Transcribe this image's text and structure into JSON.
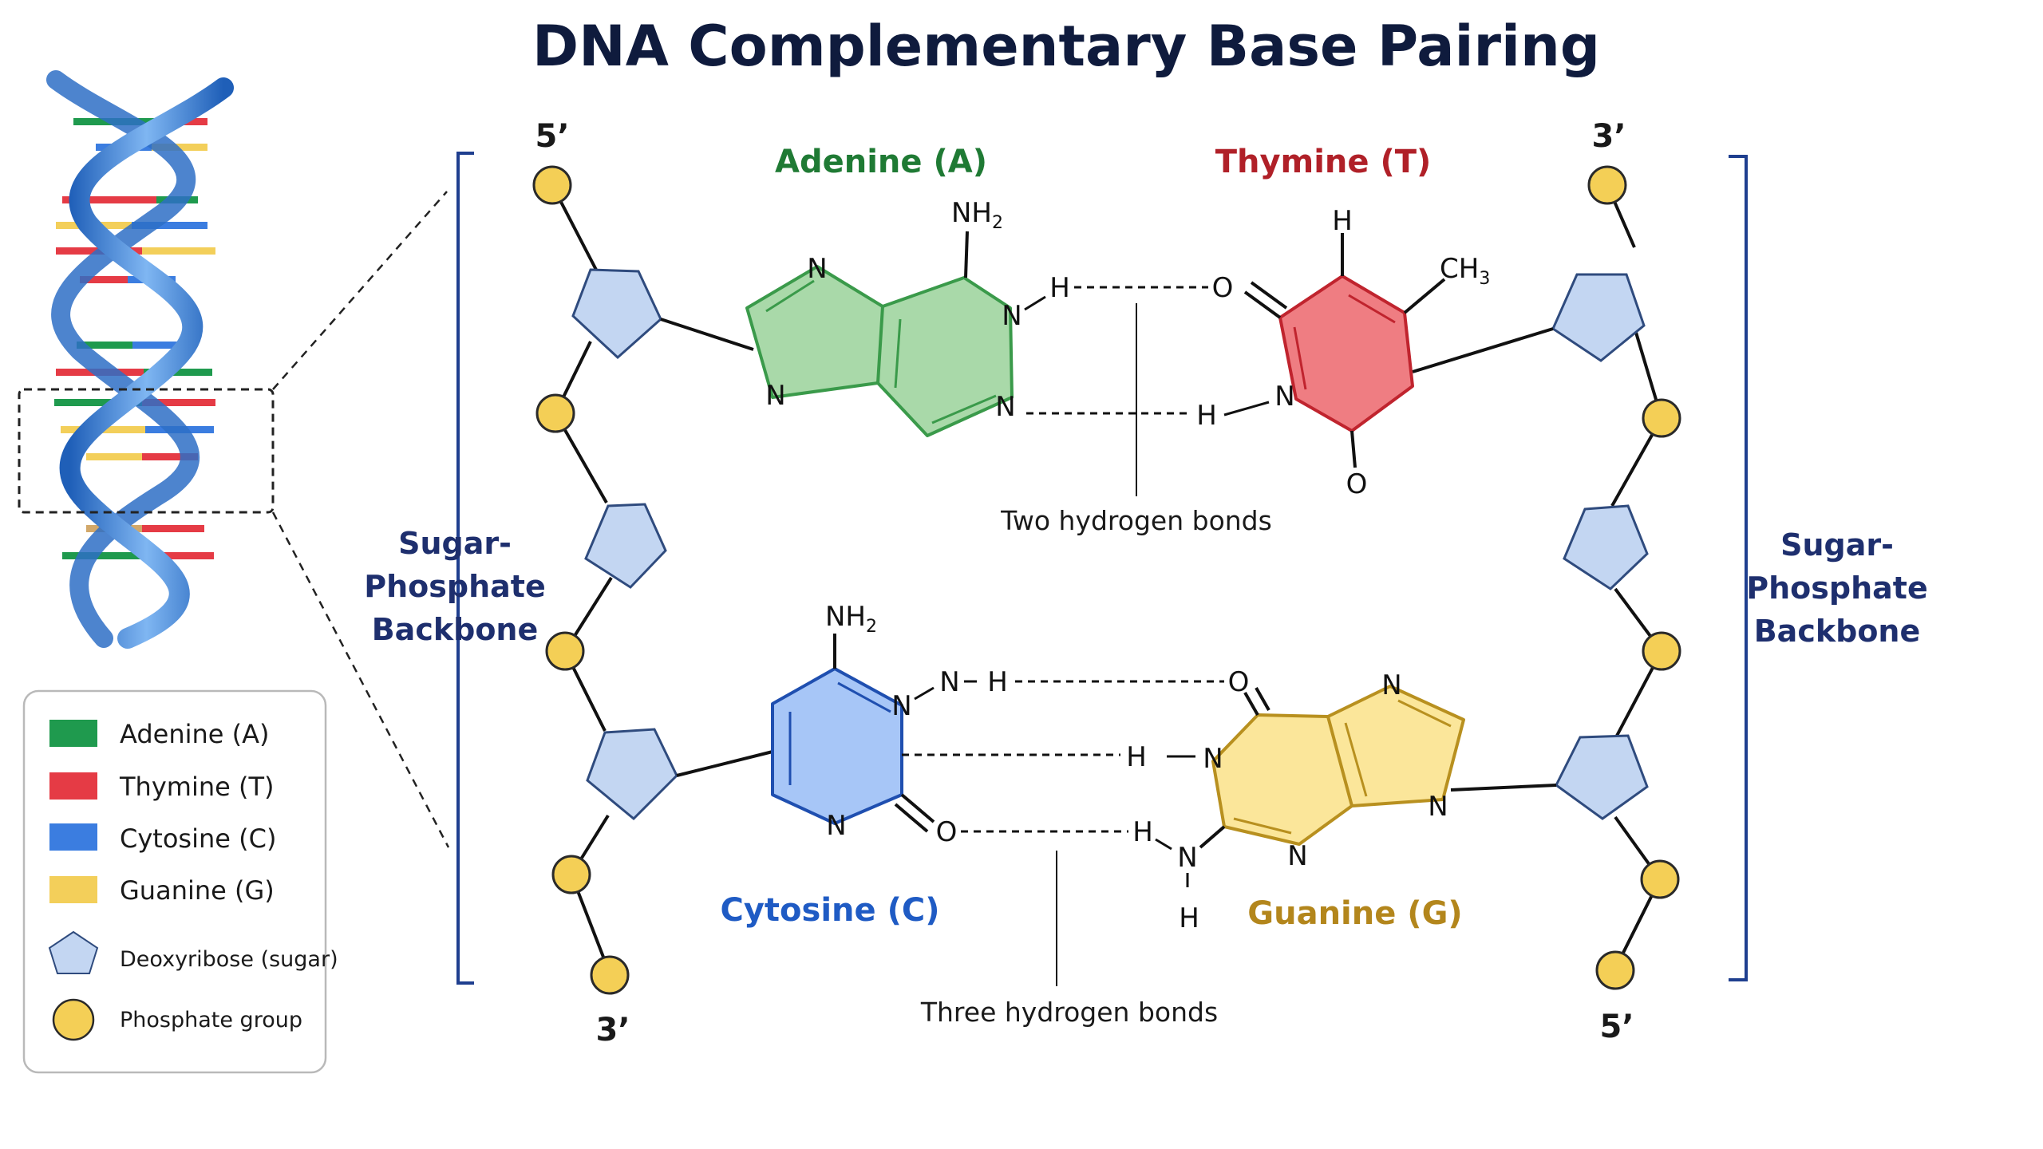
{
  "title": "DNA Complementary Base Pairing",
  "strand_ends": {
    "left_top": "5’",
    "left_bottom": "3’",
    "right_top": "3’",
    "right_bottom": "5’"
  },
  "bases": {
    "adenine": "Adenine (A)",
    "thymine": "Thymine (T)",
    "cytosine": "Cytosine (C)",
    "guanine": "Guanine (G)"
  },
  "bond_notes": {
    "at": "Two hydrogen bonds",
    "cg": "Three hydrogen bonds"
  },
  "backbone_label": {
    "line1": "Sugar-",
    "line2": "Phosphate",
    "line3": "Backbone"
  },
  "atoms": {
    "N": "N",
    "H": "H",
    "O": "O",
    "NH": "NH",
    "CH": "CH",
    "sub2": "2",
    "sub3": "3"
  },
  "legend": [
    {
      "label": "Adenine (A)",
      "color": "#1f9a4e"
    },
    {
      "label": "Thymine (T)",
      "color": "#e53b45"
    },
    {
      "label": "Cytosine (C)",
      "color": "#3b7de0"
    },
    {
      "label": "Guanine (G)",
      "color": "#f3cf5a"
    },
    {
      "label": "Deoxyribose (sugar)",
      "color": "#c3d6f2"
    },
    {
      "label": "Phosphate group",
      "color": "#f4cf56"
    }
  ],
  "colors": {
    "adenine_fill": "#a9d9a9",
    "adenine_stroke": "#3a9a4a",
    "adenine_text": "#1f7a34",
    "thymine_fill": "#ef7d82",
    "thymine_stroke": "#c0242e",
    "thymine_text": "#b02028",
    "cytosine_fill": "#a7c6f7",
    "cytosine_stroke": "#1f4fb0",
    "cytosine_text": "#1f5bc4",
    "guanine_fill": "#fbe69a",
    "guanine_stroke": "#b8901f",
    "guanine_text": "#b3861c",
    "sugar_fill": "#c3d6f2",
    "sugar_stroke": "#2f4b7e",
    "phosphate_fill": "#f4cf56",
    "phosphate_stroke": "#2a2a2a",
    "helix": "#3a86d8",
    "backbone_text": "#1e2f6e"
  }
}
